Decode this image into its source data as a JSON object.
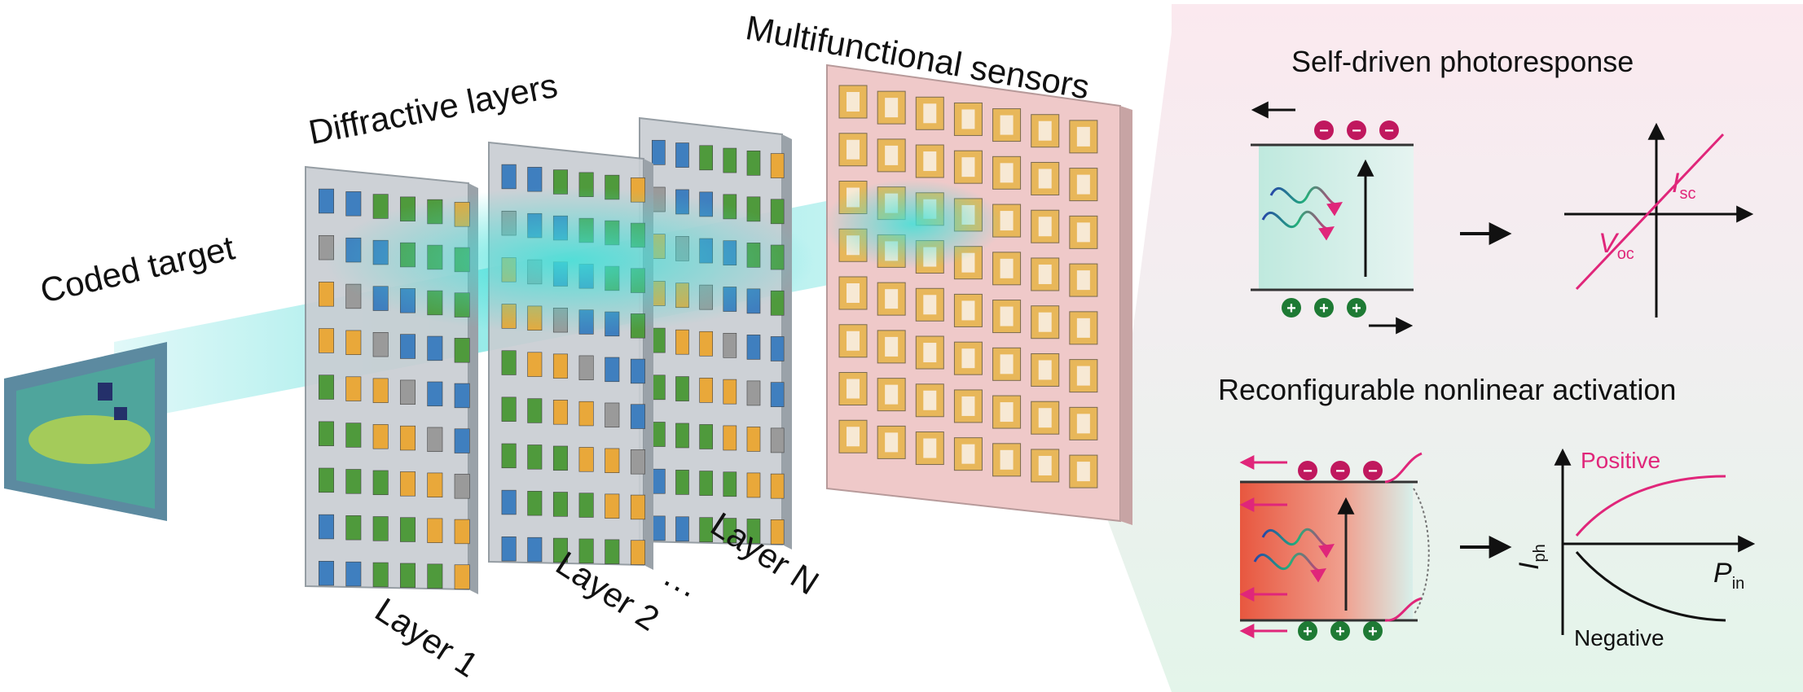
{
  "labels": {
    "coded_target": "Coded target",
    "diffractive_layers": "Diffractive layers",
    "multifunctional_sensors": "Multifunctional sensors",
    "layer_1": "Layer 1",
    "layer_2": "Layer 2",
    "layer_ellipsis": "···",
    "layer_n": "Layer N"
  },
  "panel_top": {
    "title": "Self-driven photoresponse",
    "isc_main": "I",
    "isc_sub": "sc",
    "voc_main": "V",
    "voc_sub": "oc",
    "charge_top": "−",
    "charge_bottom": "+",
    "arrow": "→"
  },
  "panel_bottom": {
    "title": "Reconfigurable nonlinear activation",
    "positive": "Positive",
    "negative": "Negative",
    "yaxis_main": "I",
    "yaxis_sub": "ph",
    "xaxis_main": "P",
    "xaxis_sub": "in",
    "charge_top": "−",
    "charge_bottom": "+",
    "arrow": "→"
  },
  "colors": {
    "magenta": "#e0267a",
    "charge_neg": "#c0185e",
    "charge_pos": "#1e7a34",
    "beam": "#38d6d2",
    "panel_top_bg": "#fbeaf0",
    "panel_bottom_bg": "#e6f6ee",
    "sensor_plate": "#efc9c9"
  }
}
